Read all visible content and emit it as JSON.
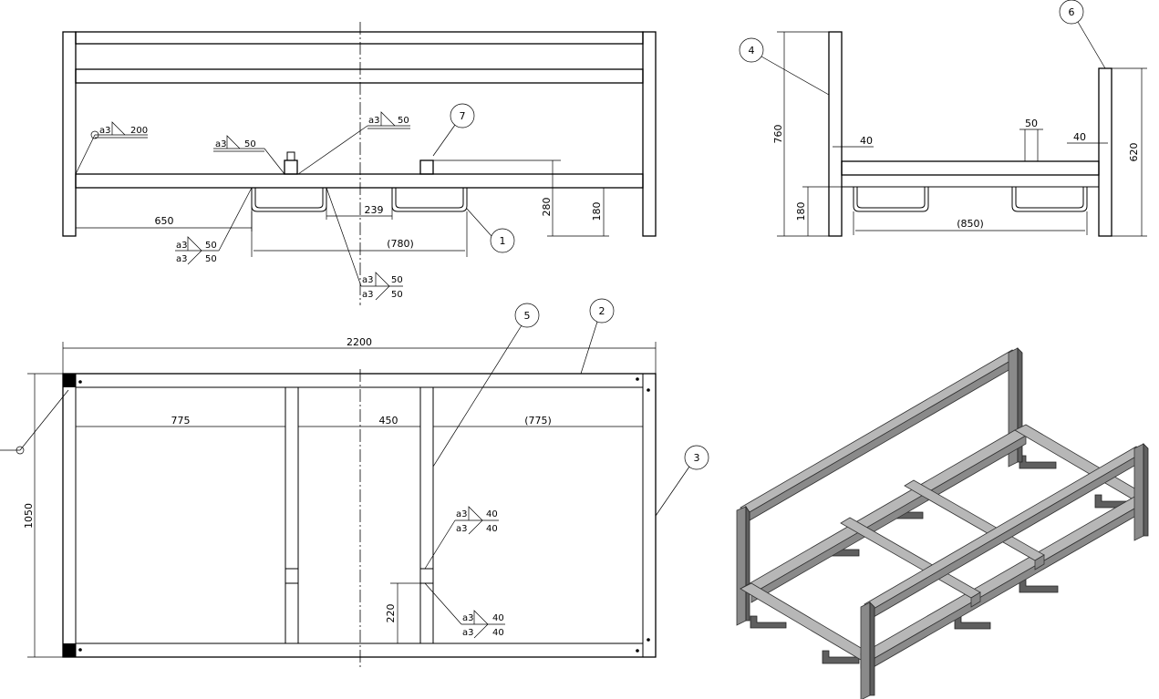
{
  "drawing": {
    "front_view": {
      "dims": {
        "d650": "650",
        "d239": "239",
        "d780": "(780)",
        "d280": "280",
        "d180": "180"
      },
      "welds": {
        "w1": {
          "a": "a3",
          "l": "200"
        },
        "w2": {
          "a": "a3",
          "l": "50"
        },
        "w3": {
          "a": "a3",
          "l": "50"
        },
        "w4_top": {
          "a": "a3",
          "l": "50"
        },
        "w4_bot": {
          "a": "a3",
          "l": "50"
        },
        "w5_top": {
          "a": "a3",
          "l": "50"
        },
        "w5_bot": {
          "a": "a3",
          "l": "50"
        }
      },
      "callouts": {
        "c7": "7",
        "c1": "1"
      }
    },
    "side_view": {
      "dims": {
        "d760": "760",
        "d180": "180",
        "d40a": "40",
        "d50": "50",
        "d40b": "40",
        "d620": "620",
        "d850": "(850)"
      },
      "callouts": {
        "c4": "4",
        "c6": "6"
      }
    },
    "top_view": {
      "dims": {
        "d2200": "2200",
        "d1050": "1050",
        "d775a": "775",
        "d450": "450",
        "d775b": "(775)",
        "d220": "220"
      },
      "welds": {
        "w6_top": {
          "a": "a3",
          "l": "40"
        },
        "w6_bot": {
          "a": "a3",
          "l": "40"
        },
        "w7_top": {
          "a": "a3",
          "l": "40"
        },
        "w7_bot": {
          "a": "a3",
          "l": "40"
        }
      },
      "callouts": {
        "c5": "5",
        "c2": "2",
        "c3": "3"
      }
    }
  }
}
